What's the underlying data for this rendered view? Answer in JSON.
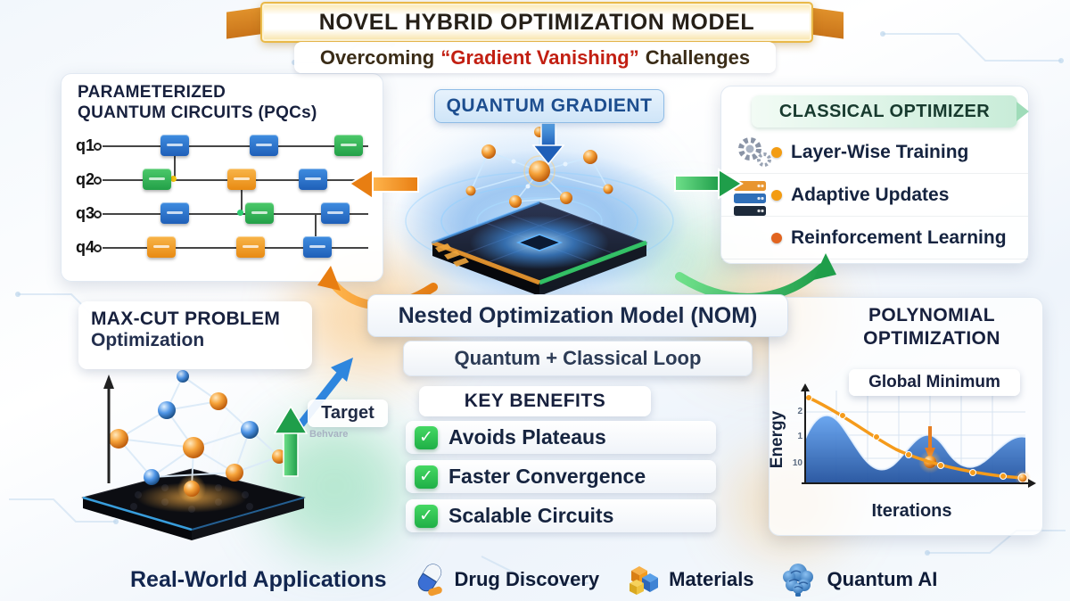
{
  "banner": {
    "title": "NOVEL HYBRID OPTIMIZATION MODEL",
    "subtitle_prefix": "Overcoming",
    "subtitle_highlight": "“Gradient Vanishing”",
    "subtitle_suffix": "Challenges"
  },
  "pqc": {
    "title_line1": "PARAMETERIZED",
    "title_line2": "QUANTUM CIRCUITS (PQCs)",
    "qubits": [
      "q1",
      "q2",
      "q3",
      "q4"
    ]
  },
  "quantum_gradient_label": "QUANTUM GRADIENT",
  "classical_optimizer": {
    "title": "CLASSICAL OPTIMIZER",
    "items": [
      "Layer-Wise Training",
      "Adaptive Updates",
      "Reinforcement Learning"
    ]
  },
  "nom": {
    "title": "Nested Optimization Model (NOM)",
    "loop_label": "Quantum + Classical Loop"
  },
  "maxcut": {
    "title_line1": "MAX-CUT PROBLEM",
    "title_line2": "Optimization",
    "target_label": "Target",
    "target_sub": "Behvare"
  },
  "benefits": {
    "title": "KEY BENEFITS",
    "items": [
      "Avoids Plateaus",
      "Faster Convergence",
      "Scalable Circuits"
    ]
  },
  "polynomial": {
    "title_line1": "POLYNOMIAL",
    "title_line2": "OPTIMIZATION",
    "annotation": "Global Minimum",
    "ylabel": "Energy",
    "xlabel": "Iterations",
    "yticks": [
      "2",
      "1",
      "10"
    ]
  },
  "applications": {
    "title": "Real-World Applications",
    "items": [
      {
        "icon": "pill-icon",
        "label": "Drug Discovery"
      },
      {
        "icon": "cubes-icon",
        "label": "Materials"
      },
      {
        "icon": "brain-icon",
        "label": "Quantum AI"
      }
    ]
  },
  "chart_data": {
    "type": "line",
    "title": "Polynomial Optimization",
    "xlabel": "Iterations",
    "ylabel": "Energy",
    "annotation": "Global Minimum",
    "legend": false,
    "grid": true,
    "series": [
      {
        "name": "energy-landscape",
        "type": "area",
        "x": [
          0,
          1,
          2,
          3,
          4,
          5,
          6,
          7,
          8,
          9,
          10
        ],
        "values": [
          2.2,
          3.4,
          2.6,
          1.2,
          1.0,
          2.0,
          2.6,
          1.6,
          1.1,
          2.3,
          2.1
        ]
      },
      {
        "name": "optimizer-trajectory",
        "type": "line",
        "x": [
          0,
          2,
          4,
          6,
          8,
          10
        ],
        "values": [
          3.8,
          3.0,
          2.2,
          1.6,
          1.2,
          1.05
        ]
      }
    ],
    "yticks": [
      "2",
      "1",
      "10"
    ]
  },
  "colors": {
    "gold": "#e9b949",
    "red": "#c21f12",
    "blue": "#1f5fb8",
    "green": "#27ae60",
    "orange": "#f39c12",
    "navy": "#16243f"
  }
}
